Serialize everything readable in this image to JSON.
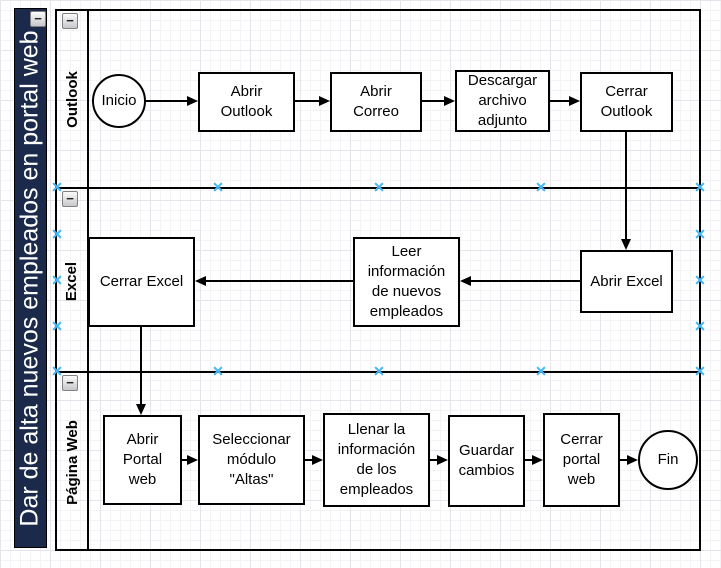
{
  "pool": {
    "title": "Dar de alta nuevos empleados en portal web"
  },
  "lanes": [
    {
      "label": "Outlook"
    },
    {
      "label": "Excel"
    },
    {
      "label": "Página Web"
    }
  ],
  "nodes": {
    "start": {
      "label": "Inicio",
      "type": "start-event"
    },
    "abrir_outlook": {
      "label": "Abrir Outlook",
      "type": "task"
    },
    "abrir_correo": {
      "label": "Abrir Correo",
      "type": "task"
    },
    "descargar_adjunto": {
      "label": "Descargar archivo adjunto",
      "type": "task"
    },
    "cerrar_outlook": {
      "label": "Cerrar Outlook",
      "type": "task"
    },
    "abrir_excel": {
      "label": "Abrir Excel",
      "type": "task"
    },
    "leer_info": {
      "label": "Leer información de nuevos empleados",
      "type": "task"
    },
    "cerrar_excel": {
      "label": "Cerrar Excel",
      "type": "task"
    },
    "abrir_portal": {
      "label": "Abrir Portal web",
      "type": "task"
    },
    "seleccionar_altas": {
      "label": "Seleccionar módulo \"Altas\"",
      "type": "task"
    },
    "llenar_info": {
      "label": "Llenar la información de los empleados",
      "type": "task"
    },
    "guardar_cambios": {
      "label": "Guardar cambios",
      "type": "task"
    },
    "cerrar_portal": {
      "label": "Cerrar portal web",
      "type": "task"
    },
    "end": {
      "label": "Fin",
      "type": "end-event"
    }
  },
  "edges": [
    {
      "from": "Inicio",
      "to": "Abrir Outlook"
    },
    {
      "from": "Abrir Outlook",
      "to": "Abrir Correo"
    },
    {
      "from": "Abrir Correo",
      "to": "Descargar archivo adjunto"
    },
    {
      "from": "Descargar archivo adjunto",
      "to": "Cerrar Outlook"
    },
    {
      "from": "Cerrar Outlook",
      "to": "Abrir Excel"
    },
    {
      "from": "Abrir Excel",
      "to": "Leer información de nuevos empleados"
    },
    {
      "from": "Leer información de nuevos empleados",
      "to": "Cerrar Excel"
    },
    {
      "from": "Cerrar Excel",
      "to": "Abrir Portal web"
    },
    {
      "from": "Abrir Portal web",
      "to": "Seleccionar módulo \"Altas\""
    },
    {
      "from": "Seleccionar módulo \"Altas\"",
      "to": "Llenar la información de los empleados"
    },
    {
      "from": "Llenar la información de los empleados",
      "to": "Guardar cambios"
    },
    {
      "from": "Guardar cambios",
      "to": "Cerrar portal web"
    },
    {
      "from": "Cerrar portal web",
      "to": "Fin"
    }
  ],
  "icons": {
    "collapse_minus": "−"
  },
  "colors": {
    "pool_title_bg": "#1b2a4a",
    "pool_title_text": "#ffffff",
    "shape_stroke": "#000000",
    "shape_fill": "#ffffff",
    "connection_point": "#45b8f2"
  }
}
